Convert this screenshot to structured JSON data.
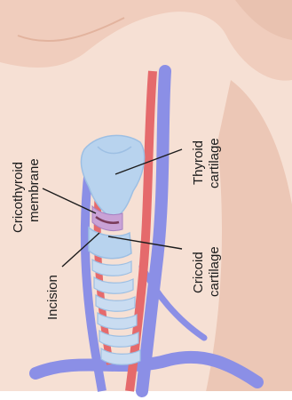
{
  "labels": {
    "cricothyroid_line1": "Cricothyroid",
    "cricothyroid_line2": "membrane",
    "incision": "Incision",
    "thyroid_line1": "Thyroid",
    "thyroid_line2": "cartilage",
    "cricoid_line1": "Cricoid",
    "cricoid_line2": "cartilage"
  },
  "colors": {
    "skin": "#f3d6c8",
    "skin_shadow": "#e9c2b0",
    "cartilage": "#b7d2ec",
    "artery": "#e0666a",
    "vein": "#7d86e0",
    "membrane": "#c9a2d6",
    "leader_line": "#1c1c1c"
  }
}
